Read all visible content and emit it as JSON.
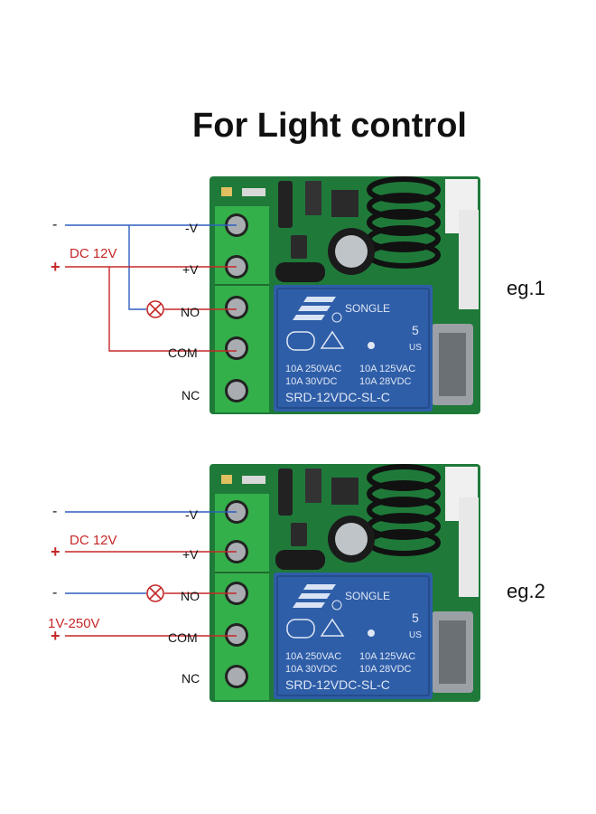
{
  "title": "For Light control",
  "examples": [
    {
      "id": "eg1",
      "label": "eg.1",
      "terminal_labels": [
        "-V",
        "+V",
        "NO",
        "COM",
        "NC"
      ],
      "supply_label": "DC 12V",
      "minus_sign": "-",
      "plus_sign": "+",
      "relay": {
        "brand": "SONGLE",
        "rating_left_1": "10A 250VAC",
        "rating_left_2": "10A  30VDC",
        "rating_right_1": "10A 125VAC",
        "rating_right_2": "10A 28VDC",
        "model": "SRD-12VDC-SL-C",
        "cert_mark": "5",
        "cert_suffix": "US"
      }
    },
    {
      "id": "eg2",
      "label": "eg.2",
      "terminal_labels": [
        "-V",
        "+V",
        "NO",
        "COM",
        "NC"
      ],
      "supply_label": "DC 12V",
      "load_supply_label": "1V-250V",
      "minus_sign": "-",
      "plus_sign": "+",
      "relay": {
        "brand": "SONGLE",
        "rating_left_1": "10A 250VAC",
        "rating_left_2": "10A  30VDC",
        "rating_right_1": "10A 125VAC",
        "rating_right_2": "10A 28VDC",
        "model": "SRD-12VDC-SL-C",
        "cert_mark": "5",
        "cert_suffix": "US"
      }
    }
  ],
  "colors": {
    "pcb": "#1f7a3a",
    "terminal_block": "#34b04a",
    "relay": "#2f5ea8",
    "negative_wire": "#2d5fbf",
    "positive_wire": "#c62828",
    "lamp": "#c62828"
  }
}
